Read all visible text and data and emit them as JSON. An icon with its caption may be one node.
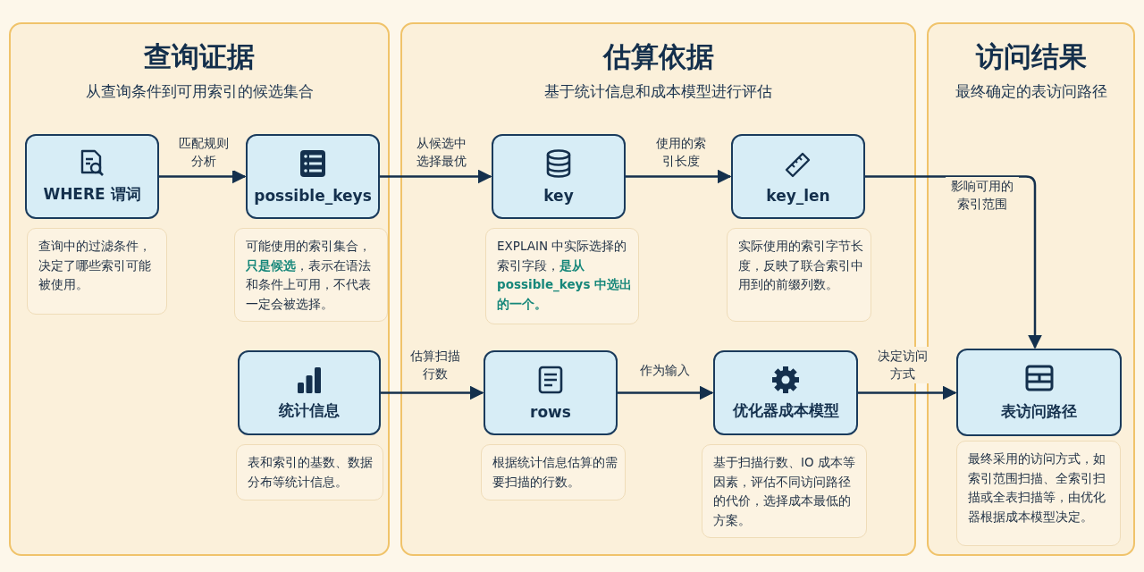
{
  "diagram": {
    "nodes": [
      {
        "text": [
          "查询证据",
          "从查询条件到可用索引的候选集合"
        ]
      },
      {
        "text": [
          "WHERE 谓词"
        ],
        "in": 0
      },
      {
        "text": [
          "查询中的过滤条件，决定了哪些索引可能被使用。"
        ],
        "in": 0
      },
      {
        "text": [
          "possible_keys"
        ],
        "in": 0
      },
      {
        "text": [
          "可能使用的索引集合，**只是候选**，表示在语法和条件上可用，不代表一定会被选择。"
        ],
        "in": 0
      },
      {
        "text": [
          "统计信息"
        ],
        "in": 0
      },
      {
        "text": [
          "表和索引的基数、数据分布等统计信息。"
        ],
        "in": 0
      },
      {
        "text": [
          "估算依据",
          "基于统计信息和成本模型进行评估"
        ]
      },
      {
        "text": [
          "key"
        ],
        "in": 7
      },
      {
        "text": [
          "EXPLAIN 中实际选择的索引字段，**是从 possible_keys 中选出的一个。**"
        ],
        "in": 7
      },
      {
        "text": [
          "key_len"
        ],
        "in": 7
      },
      {
        "text": [
          "实际使用的索引字节长度，反映了联合索引中用到的前缀列数。"
        ],
        "in": 7
      },
      {
        "text": [
          "rows"
        ],
        "in": 7
      },
      {
        "text": [
          "根据统计信息估算的需要扫描的行数。"
        ],
        "in": 7
      },
      {
        "text": [
          "优化器成本模型"
        ],
        "in": 7
      },
      {
        "text": [
          "基于扫描行数、IO 成本等因素，评估不同访问路径的代价，选择成本最低的方案。"
        ],
        "in": 7
      },
      {
        "text": [
          "访问结果",
          "最终确定的表访问路径"
        ]
      },
      {
        "text": [
          "表访问路径"
        ],
        "in": 16
      },
      {
        "text": [
          "最终采用的访问方式，如索引范围扫描、全索引扫描或全表扫描等，由优化器根据成本模型决定。"
        ],
        "in": 16
      }
    ],
    "edges": [
      {
        "from": 1,
        "to": 3,
        "arrow": "to",
        "label": "匹配规则分析"
      },
      {
        "from": 3,
        "to": 8,
        "arrow": "to",
        "label": "从候选中选择最优"
      },
      {
        "from": 8,
        "to": 10,
        "arrow": "to",
        "label": "使用的索引长度"
      },
      {
        "from": 10,
        "to": 17,
        "arrow": "to",
        "label": "影响可用的索引范围"
      },
      {
        "from": 5,
        "to": 12,
        "arrow": "to",
        "label": "估算扫描行数"
      },
      {
        "from": 12,
        "to": 14,
        "arrow": "to",
        "label": "作为输入"
      },
      {
        "from": 14,
        "to": 17,
        "arrow": "to",
        "label": "决定访问方式"
      }
    ]
  }
}
